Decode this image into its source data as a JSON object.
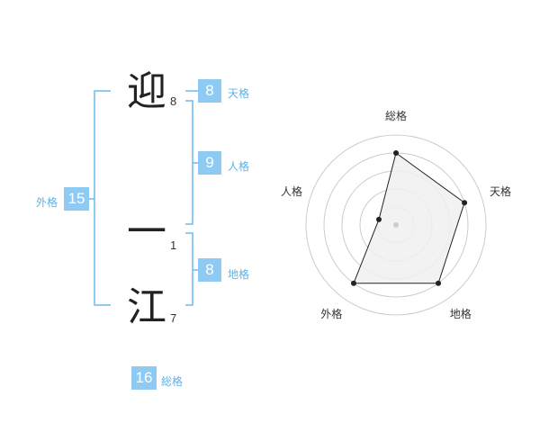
{
  "characters": [
    {
      "char": "迎",
      "strokes": "8"
    },
    {
      "char": "一",
      "strokes": "1"
    },
    {
      "char": "江",
      "strokes": "7"
    }
  ],
  "fortunes": {
    "tenkaku": {
      "value": "8",
      "label": "天格"
    },
    "jinkaku": {
      "value": "9",
      "label": "人格"
    },
    "chikaku": {
      "value": "8",
      "label": "地格"
    },
    "gaikaku": {
      "value": "15",
      "label": "外格"
    },
    "soukaku": {
      "value": "16",
      "label": "総格"
    }
  },
  "chart_data": {
    "type": "radar",
    "axes": [
      "総格",
      "天格",
      "地格",
      "外格",
      "人格"
    ],
    "values": [
      4,
      4,
      4,
      4,
      1
    ],
    "max": 5,
    "rings": 5
  },
  "colors": {
    "accent": "#8ecaf4",
    "accent_text": "#5cb2e8",
    "bracket": "#6cbbed",
    "radar_fill": "#f0f0f0",
    "radar_line": "#222222",
    "ring": "#cccccc"
  }
}
